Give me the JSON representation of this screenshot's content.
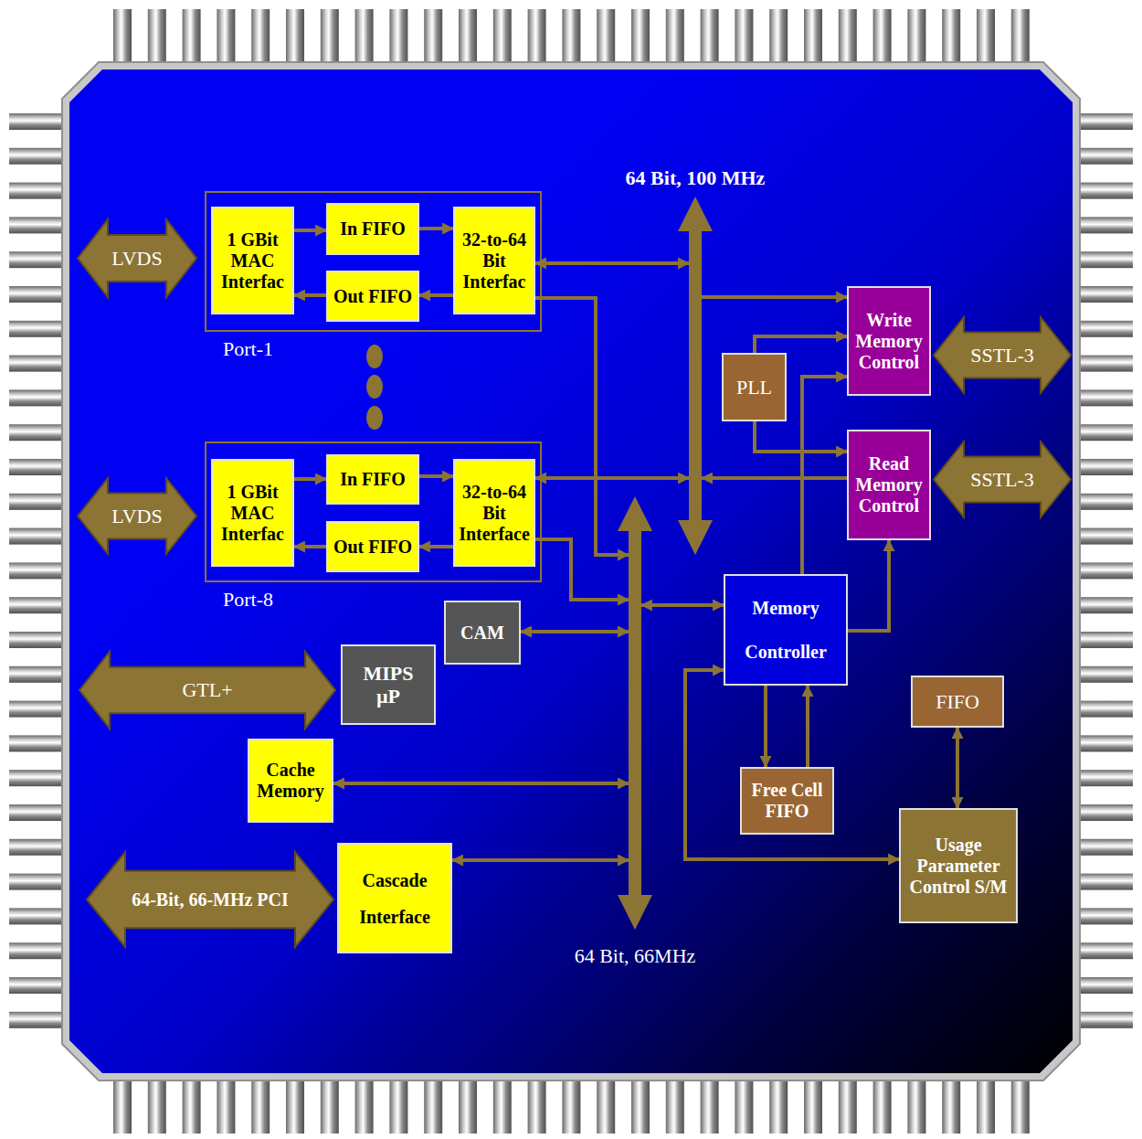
{
  "diagram": {
    "nodes": [
      {
        "text": [
          "64 Bit, 100 MHz"
        ]
      },
      {
        "text": [
          "LVDS"
        ]
      },
      {
        "text": [
          "Port-1"
        ]
      },
      {
        "text": [
          "1 GBit MAC Interfac"
        ],
        "in": 2
      },
      {
        "text": [
          "In FIFO"
        ],
        "in": 2
      },
      {
        "text": [
          "32-to-64 Bit Interfac"
        ],
        "in": 2
      },
      {
        "text": [
          "Out FIFO"
        ],
        "in": 2
      },
      {
        "text": [
          "Write Memory Control"
        ]
      },
      {
        "text": [
          "SSTL-3"
        ]
      },
      {
        "text": [
          "PLL"
        ]
      },
      {
        "text": [
          "Read Memory Control"
        ]
      },
      {
        "text": [
          "SSTL-3"
        ]
      },
      {
        "text": [
          "LVDS"
        ]
      },
      {
        "text": [
          "Port-8"
        ]
      },
      {
        "text": [
          "1 GBit MAC Interfac"
        ],
        "in": 13
      },
      {
        "text": [
          "In FIFO"
        ],
        "in": 13
      },
      {
        "text": [
          "32-to-64 Bit Interface"
        ],
        "in": 13
      },
      {
        "text": [
          "Out FIFO"
        ],
        "in": 13
      },
      {
        "text": [
          "64 Bit, 66MHz"
        ]
      },
      {
        "text": [
          "Memory Controller"
        ]
      },
      {
        "text": [
          "CAM"
        ]
      },
      {
        "text": [
          "GTL+"
        ]
      },
      {
        "text": [
          "MIPS µP"
        ]
      },
      {
        "text": [
          "FIFO"
        ]
      },
      {
        "text": [
          "Cache Memory"
        ]
      },
      {
        "text": [
          "Free Cell FIFO"
        ]
      },
      {
        "text": [
          "Usage Parameter Control S/M"
        ]
      },
      {
        "text": [
          "64-Bit, 66-MHz PCI"
        ]
      },
      {
        "text": [
          "Cascade Interface"
        ]
      }
    ],
    "edges": [
      {
        "from": 3,
        "to": 4,
        "arrow": "to"
      },
      {
        "from": 4,
        "to": 5,
        "arrow": "to"
      },
      {
        "from": 5,
        "to": 6,
        "arrow": "to"
      },
      {
        "from": 6,
        "to": 3,
        "arrow": "to"
      },
      {
        "from": 14,
        "to": 15,
        "arrow": "to"
      },
      {
        "from": 15,
        "to": 16,
        "arrow": "to"
      },
      {
        "from": 16,
        "to": 17,
        "arrow": "to"
      },
      {
        "from": 17,
        "to": 14,
        "arrow": "to"
      },
      {
        "from": 5,
        "to": 0,
        "arrow": "both"
      },
      {
        "from": 0,
        "to": 7,
        "arrow": "to"
      },
      {
        "from": 10,
        "to": 0,
        "arrow": "to"
      },
      {
        "from": 16,
        "to": 0,
        "arrow": "both"
      },
      {
        "from": 5,
        "to": 18,
        "arrow": "to"
      },
      {
        "from": 16,
        "to": 18,
        "arrow": "to"
      },
      {
        "from": 20,
        "to": 18,
        "arrow": "both"
      },
      {
        "from": 19,
        "to": 18,
        "arrow": "both"
      },
      {
        "from": 24,
        "to": 18,
        "arrow": "both"
      },
      {
        "from": 28,
        "to": 18,
        "arrow": "both"
      },
      {
        "from": 9,
        "to": 7,
        "arrow": "to"
      },
      {
        "from": 9,
        "to": 10,
        "arrow": "to"
      },
      {
        "from": 19,
        "to": 7,
        "arrow": "to"
      },
      {
        "from": 19,
        "to": 10,
        "arrow": "to"
      },
      {
        "from": 19,
        "to": 25,
        "arrow": "to"
      },
      {
        "from": 25,
        "to": 19,
        "arrow": "to"
      },
      {
        "from": 23,
        "to": 26,
        "arrow": "both"
      },
      {
        "from": 19,
        "to": 26,
        "arrow": "both"
      }
    ]
  }
}
